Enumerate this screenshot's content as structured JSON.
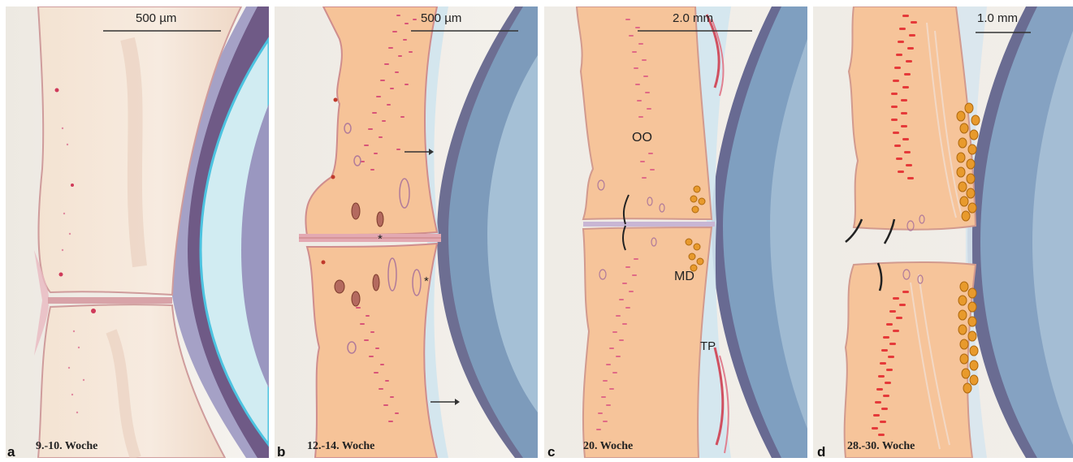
{
  "panels": [
    {
      "letter": "a",
      "week": "9.-10. Woche",
      "scale": "500 µm"
    },
    {
      "letter": "b",
      "week": "12.-14. Woche",
      "scale": "500 µm"
    },
    {
      "letter": "c",
      "week": "20. Woche",
      "scale": "2.0 mm",
      "labels": [
        "OO",
        "MD",
        "TP"
      ]
    },
    {
      "letter": "d",
      "week": "28.-30. Woche",
      "scale": "1.0 mm"
    }
  ],
  "asterisk": "*",
  "colors": {
    "tissue": "#f7c9a0",
    "tissue_pale": "#f8e2cd",
    "muscle_dots": "#dd5577",
    "muscle_red": "#e53a3a",
    "glands": "#e89a2c",
    "lens_light": "#c6e6ef",
    "lens_blue": "#7f9fc0",
    "purple_edge": "#6e5785",
    "outline": "#c48a8a"
  }
}
